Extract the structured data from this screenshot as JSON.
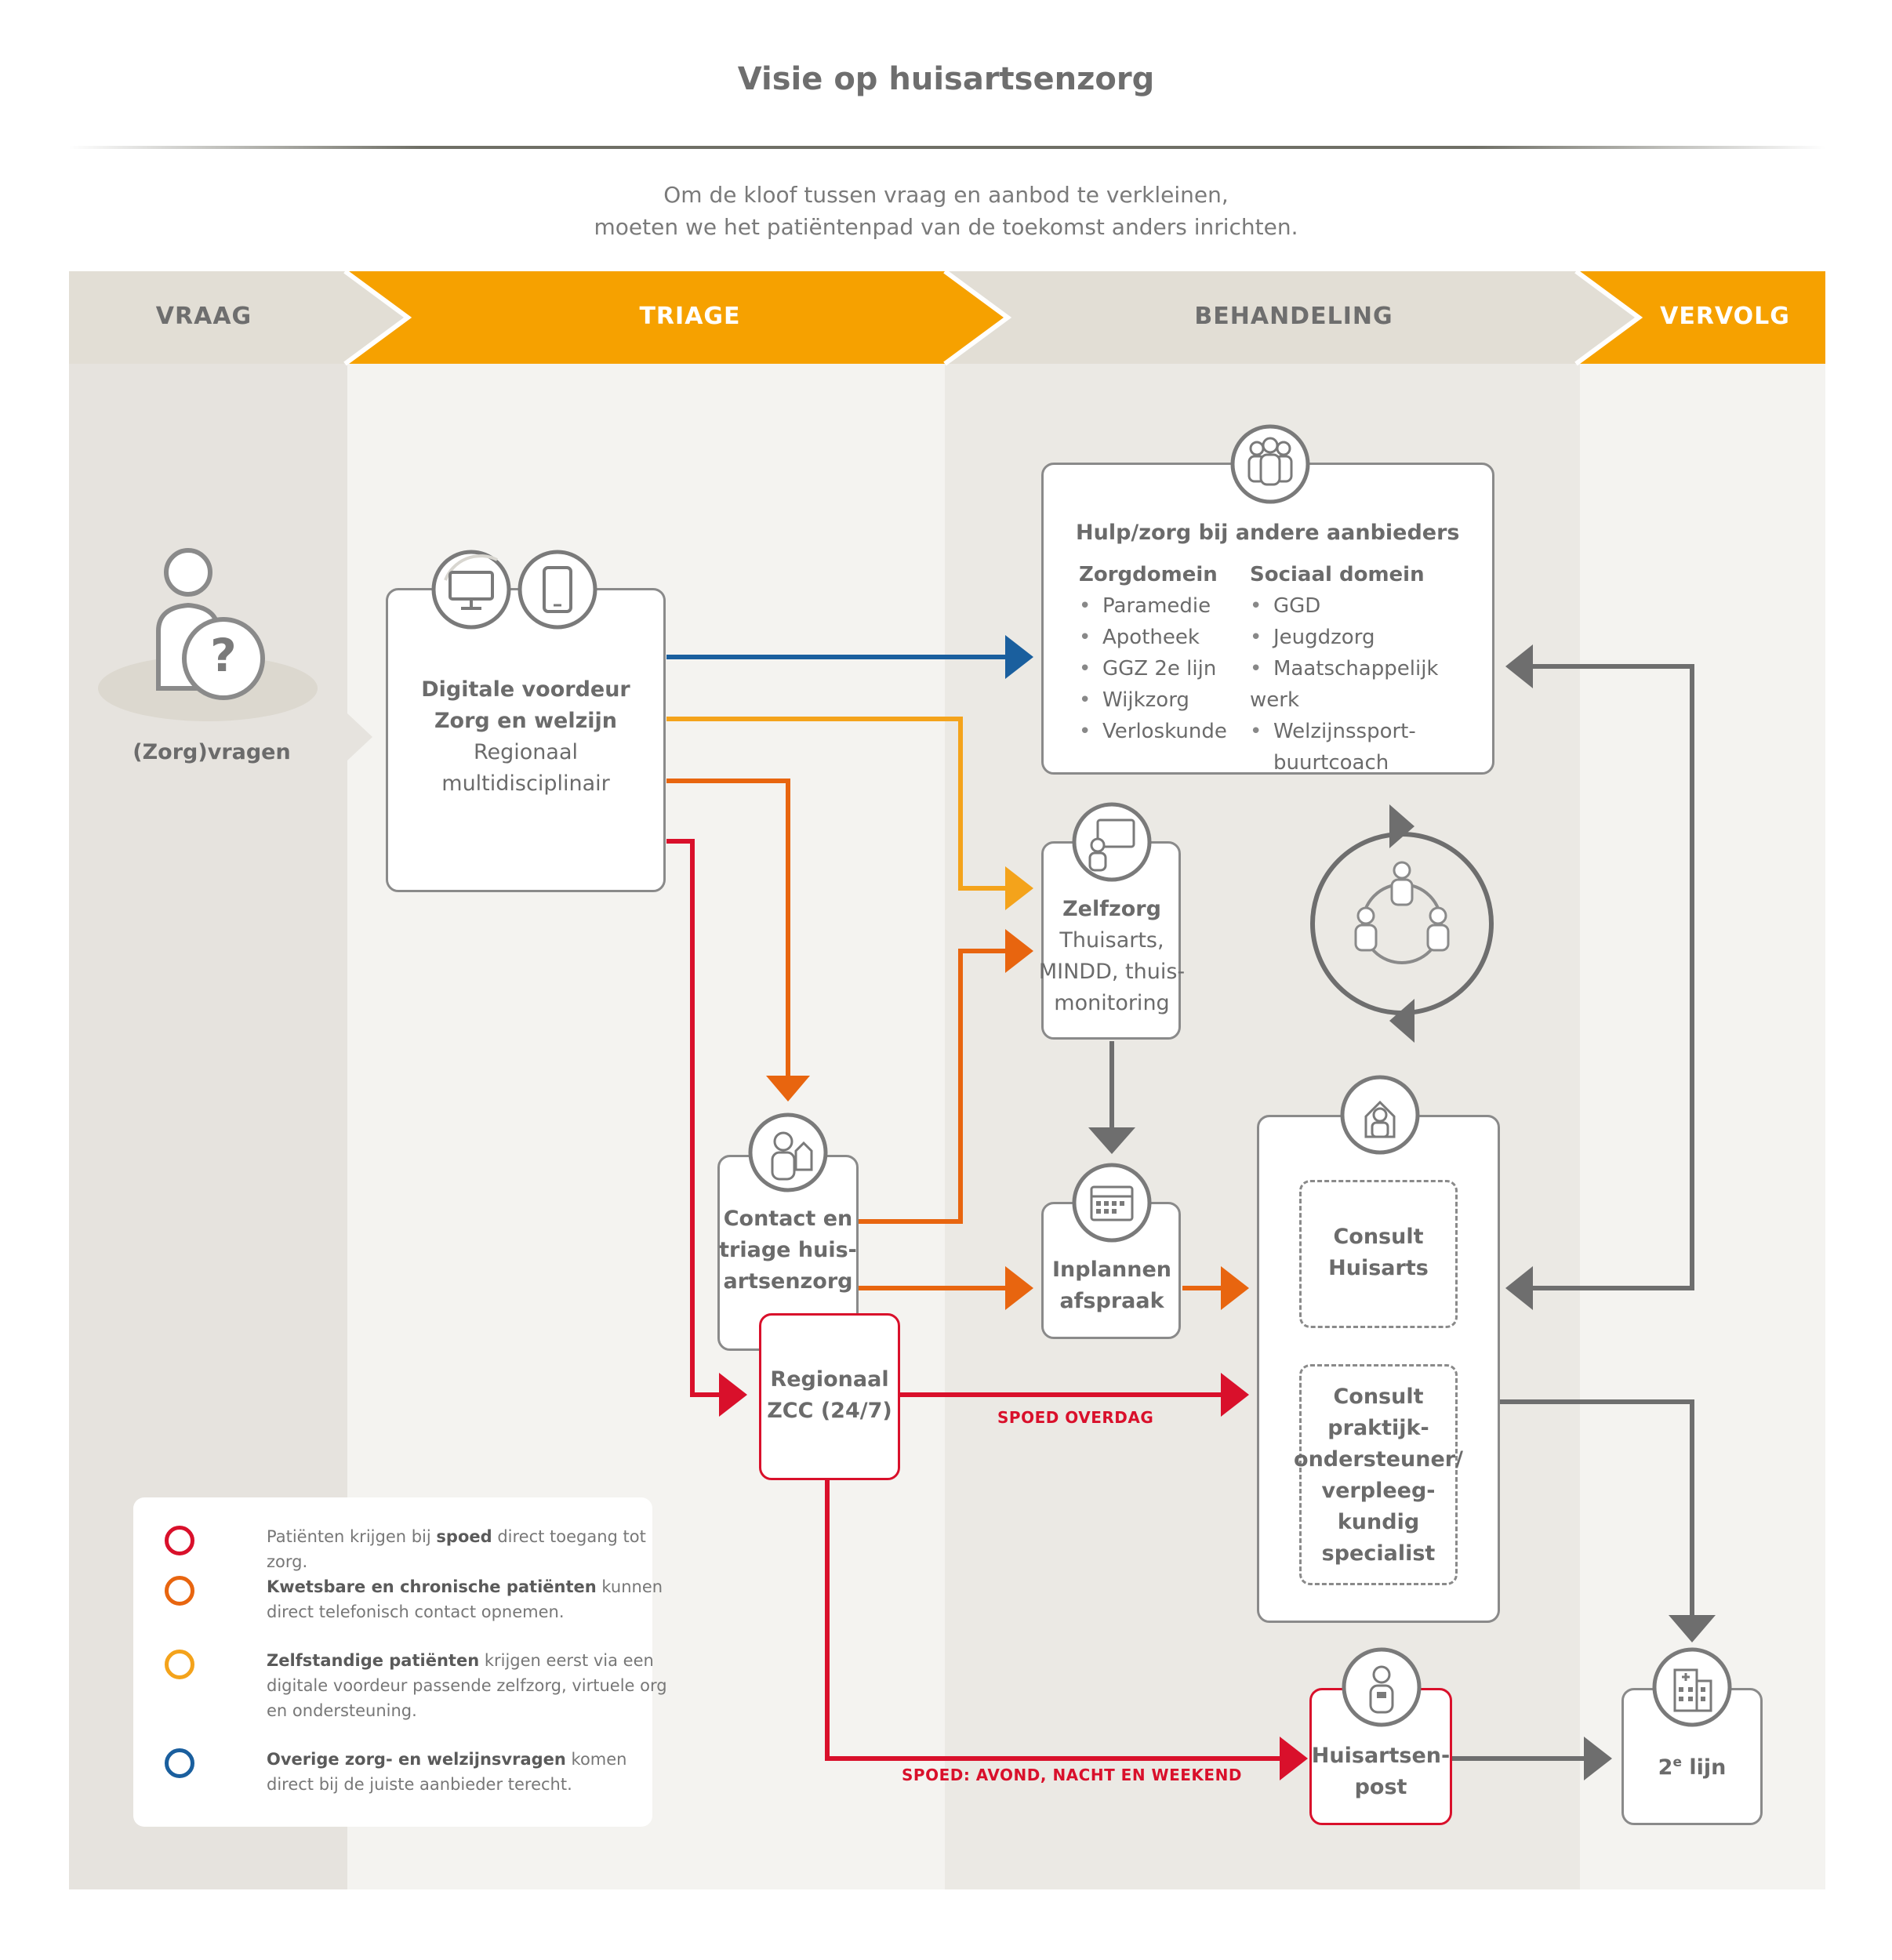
{
  "title": "Visie op huisartsenzorg",
  "subtitle": {
    "line1": "Om de kloof tussen vraag en aanbod te verkleinen,",
    "line2": "moeten we het patiëntenpad van de toekomst anders inrichten."
  },
  "phases": {
    "vraag": "VRAAG",
    "triage": "TRIAGE",
    "behandeling": "BEHANDELING",
    "vervolg": "VERVOLG"
  },
  "patient": {
    "label": "(Zorg)vragen",
    "question_mark": "?"
  },
  "digitale": {
    "line1": "Digitale voordeur",
    "line2": "Zorg en welzijn",
    "line3": "Regionaal",
    "line4": "multidisciplinair"
  },
  "hulp": {
    "title": "Hulp/zorg bij andere aanbieders",
    "zorg_title": "Zorgdomein",
    "zorg_items": [
      "Paramedie",
      "Apotheek",
      "GGZ 2e lijn",
      "Wijkzorg",
      "Verloskunde"
    ],
    "sociaal_title": "Sociaal domein",
    "sociaal_items": [
      "GGD",
      "Jeugdzorg",
      "Maatschappelijk werk",
      "Welzijnssport-",
      "buurtcoach"
    ]
  },
  "zelfzorg": {
    "title": "Zelfzorg",
    "line1": "Thuisarts,",
    "line2": "MINDD, thuis-",
    "line3": "monitoring"
  },
  "contact": {
    "line1": "Contact en",
    "line2": "triage huis-",
    "line3": "artsenzorg"
  },
  "inplannen": {
    "line1": "Inplannen",
    "line2": "afspraak"
  },
  "consult_huisarts": {
    "line1": "Consult",
    "line2": "Huisarts"
  },
  "consult_poh": {
    "line1": "Consult",
    "line2": "praktijk-",
    "line3": "ondersteuner/",
    "line4": "verpleeg-",
    "line5": "kundig",
    "line6": "specialist"
  },
  "zcc": {
    "line1": "Regionaal",
    "line2": "ZCC (24/7)"
  },
  "huisartsenpost": {
    "line1": "Huisartsen-",
    "line2": "post"
  },
  "tweede_lijn": {
    "main": "2",
    "sup": "e",
    "rest": " lijn"
  },
  "flow_labels": {
    "spoed_overdag": "SPOED OVERDAG",
    "spoed_anw": "SPOED: AVOND, NACHT EN WEEKEND"
  },
  "legend": {
    "spoed": {
      "pre": "Patiënten krijgen bij ",
      "bold": "spoed",
      "post": " direct toegang tot zorg."
    },
    "kwetsbaar": {
      "bold": "Kwetsbare en chronische patiënten",
      "post": " kunnen direct telefonisch contact opnemen."
    },
    "zelfstandig": {
      "bold": "Zelfstandige patiënten",
      "post": " krijgen eerst via een digitale voordeur passende zelfzorg, virtuele org en ondersteuning."
    },
    "overig": {
      "bold": "Overige zorg- en welzijnsvragen",
      "post": " komen direct bij de juiste aanbieder terecht."
    }
  },
  "colors": {
    "red": "#d9102b",
    "orange_dark": "#e8650f",
    "orange": "#f4a31b",
    "blue": "#1a5f9e",
    "gray": "#6e6e6e",
    "phase_orange": "#f6a100",
    "phase_beige": "#e2ded5"
  }
}
